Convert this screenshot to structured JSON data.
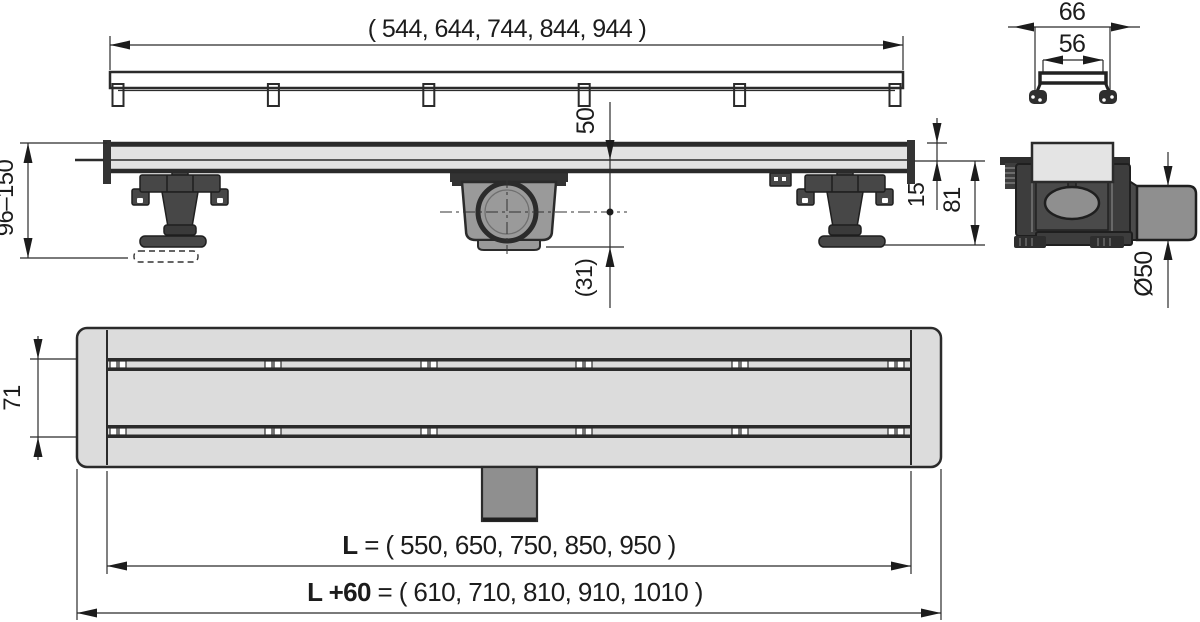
{
  "views": {
    "top": {
      "length_series": "( 544, 644, 744, 844, 944 )"
    },
    "side": {
      "height_range": "96–150",
      "top_to_axis": "50",
      "axis_to_bottom": "(31)",
      "edge_height": "15",
      "under_height": "81"
    },
    "grate_section": {
      "outer_width": "66",
      "inner_width": "56"
    },
    "outlet": {
      "diameter": "Ø50"
    },
    "plan": {
      "inner_width": "71",
      "length": {
        "label": "L",
        "values": " = ( 550, 650, 750, 850, 950 )"
      },
      "total_length": {
        "label": "L +60",
        "values": " = ( 610, 710, 810, 910, 1010 )"
      }
    }
  }
}
